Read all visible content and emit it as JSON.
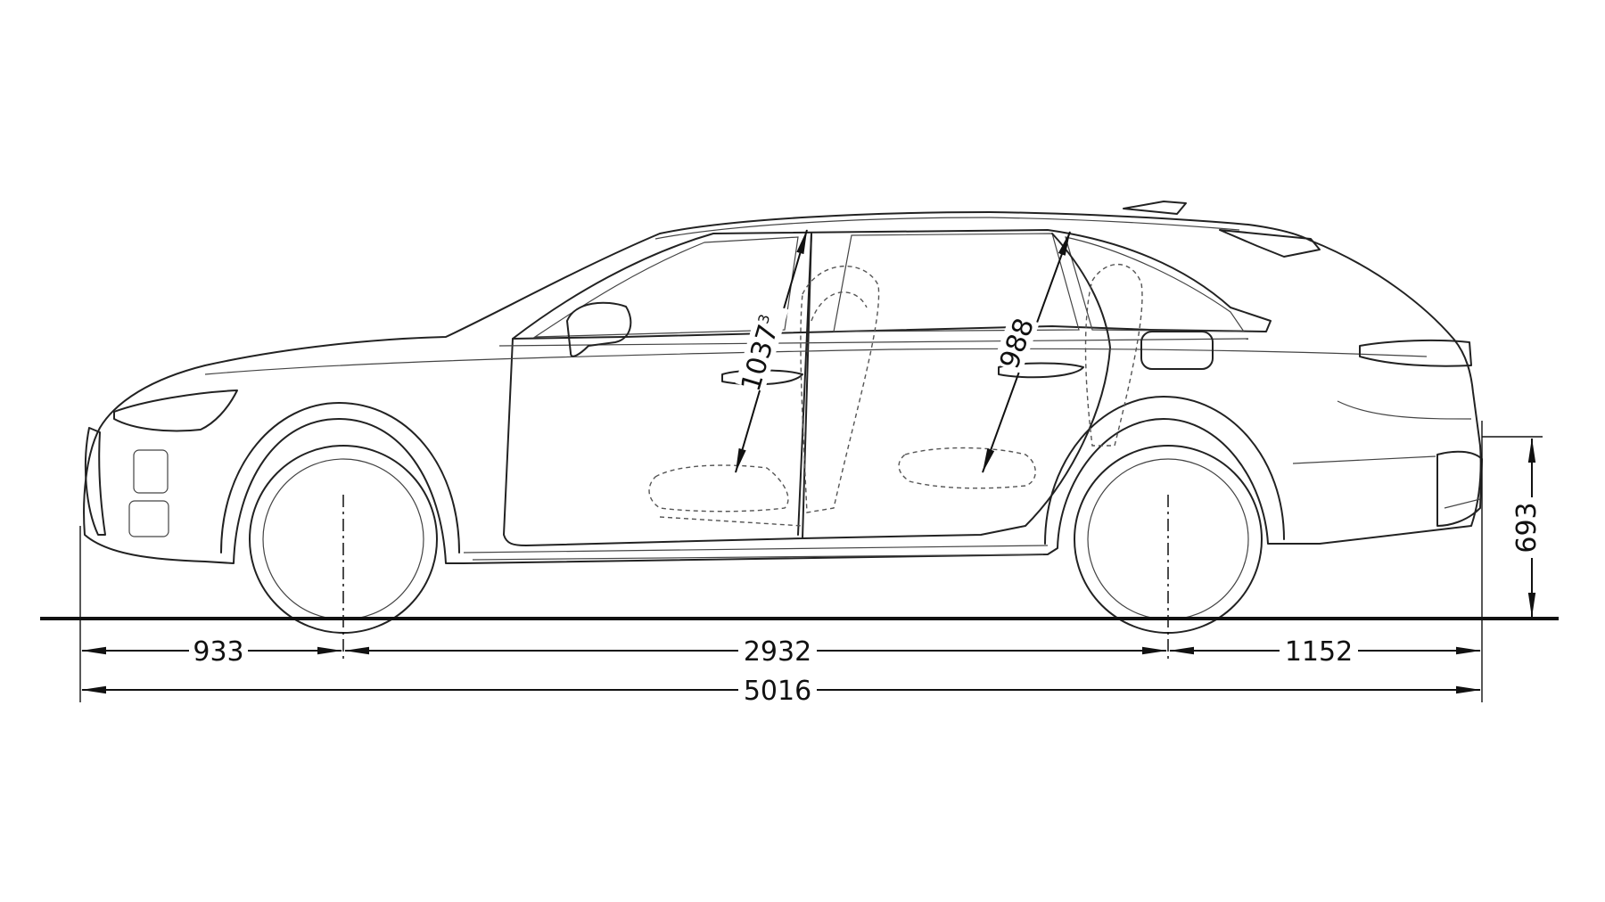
{
  "dimensions": {
    "front_overhang": "933",
    "wheelbase": "2932",
    "rear_overhang": "1152",
    "overall_length": "5016",
    "rear_load_height": "693",
    "front_headroom": "1037",
    "front_headroom_note": "3",
    "rear_headroom": "988"
  },
  "colors": {
    "line": "#111111",
    "background": "#ffffff"
  }
}
